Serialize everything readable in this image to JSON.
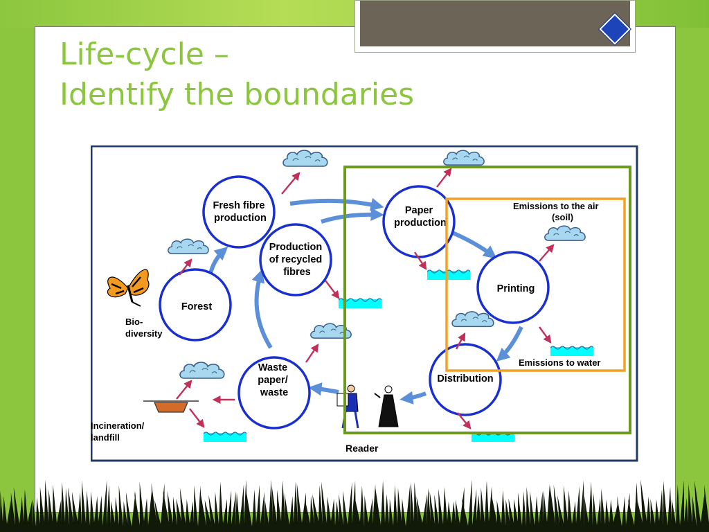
{
  "slide": {
    "title_line1": "Life-cycle –",
    "title_line2": "Identify the boundaries"
  },
  "colors": {
    "background_green": "#8cc63f",
    "title_green": "#8cc63f",
    "diagram_frame": "#1f3864",
    "system_boundary_green": "#6b9a1f",
    "printing_boundary_orange": "#f4a020",
    "process_circle": "#1a2fd0",
    "flow_arrow": "#5b8fd8",
    "emission_arrow": "#c0305a",
    "water": "#00ffff",
    "accent_diamond": "#1d44b8"
  },
  "diagram": {
    "nodes": [
      {
        "id": "fresh",
        "lines": [
          "Fresh fibre",
          "production"
        ]
      },
      {
        "id": "recycled",
        "lines": [
          "Production",
          "of recycled",
          "fibres"
        ]
      },
      {
        "id": "forest",
        "lines": [
          "Forest"
        ]
      },
      {
        "id": "waste",
        "lines": [
          "Waste",
          "paper/",
          "waste"
        ]
      },
      {
        "id": "paper",
        "lines": [
          "Paper",
          "production"
        ]
      },
      {
        "id": "printing",
        "lines": [
          "Printing"
        ]
      },
      {
        "id": "distribution",
        "lines": [
          "Distribution"
        ]
      }
    ],
    "labels": {
      "emissions_air_line1": "Emissions to the air",
      "emissions_air_line2": "(soil)",
      "emissions_water": "Emissions to water",
      "biodiversity_line1": "Bio-",
      "biodiversity_line2": "diversity",
      "incineration_line1": "Incineration/",
      "incineration_line2": "landfill",
      "reader": "Reader"
    },
    "icons": [
      "cloud-icon",
      "water-icon",
      "butterfly-icon",
      "reader-figures-icon",
      "landfill-pit-icon"
    ]
  }
}
